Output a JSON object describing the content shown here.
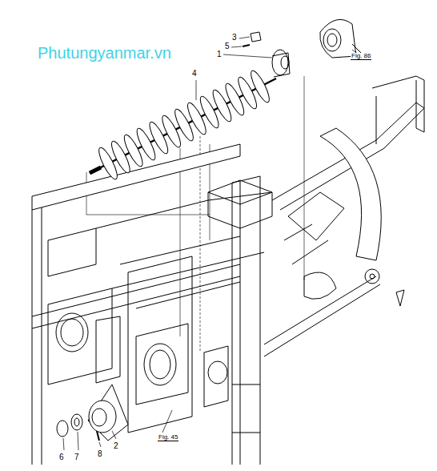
{
  "diagram": {
    "labels": [
      "Phutungyanmar.vn",
      "3",
      "5",
      "1",
      "4",
      "Fig. 86",
      "6",
      "7",
      "8",
      "2",
      "Fig. 45"
    ]
  }
}
